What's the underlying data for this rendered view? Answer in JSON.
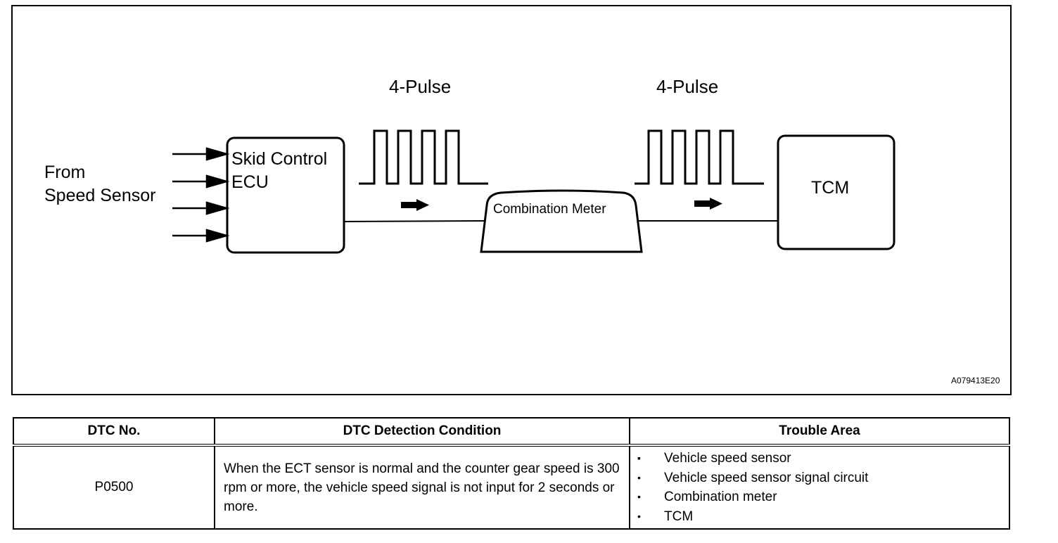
{
  "diagram": {
    "pulse_label_1": "4-Pulse",
    "pulse_label_2": "4-Pulse",
    "from_label_line1": "From",
    "from_label_line2": "Speed Sensor",
    "ecu_label_line1": "Skid Control",
    "ecu_label_line2": "ECU",
    "meter_label": "Combination Meter",
    "tcm_label": "TCM",
    "figure_code": "A079413E20"
  },
  "table": {
    "headers": [
      "DTC No.",
      "DTC Detection Condition",
      "Trouble Area"
    ],
    "rows": [
      {
        "dtc_no": "P0500",
        "condition": "When the ECT sensor is normal and the counter gear speed is 300 rpm or more, the vehicle speed signal is not input for 2 seconds or more.",
        "trouble_area": [
          "Vehicle speed sensor",
          "Vehicle speed sensor signal circuit",
          "Combination meter",
          "TCM"
        ]
      }
    ]
  }
}
